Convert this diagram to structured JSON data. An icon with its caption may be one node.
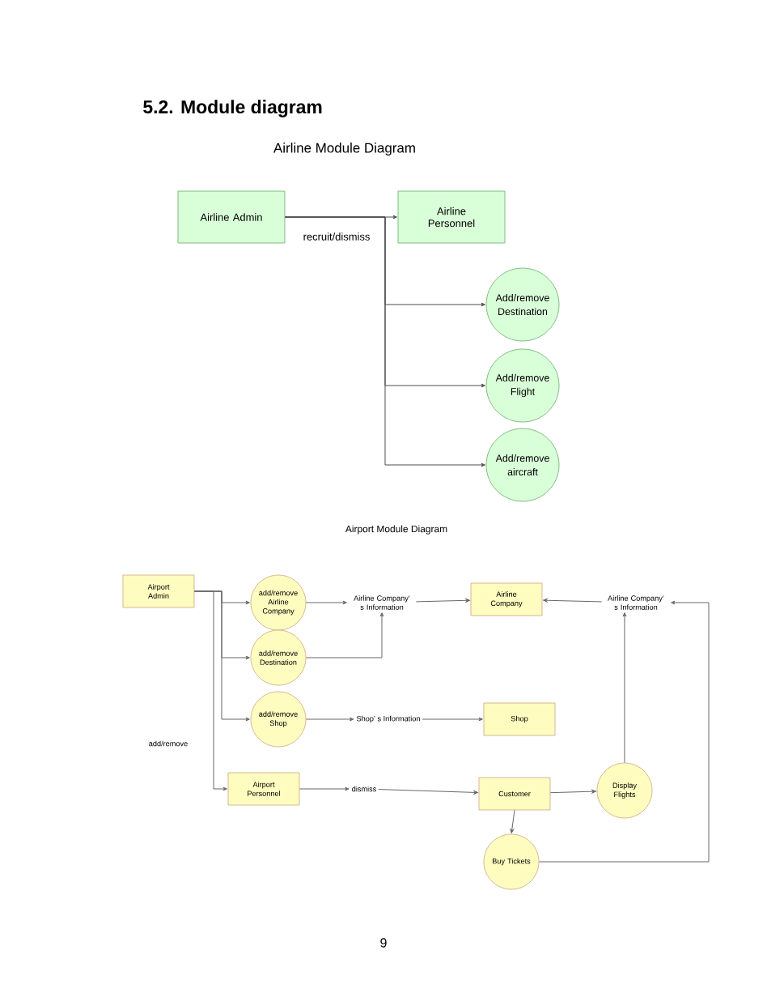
{
  "diagram": {
    "title": "5.2. Module diagram",
    "nodes": [
      {
        "text": [
          "Airline Admin"
        ]
      },
      {
        "text": [
          "Airline Personnel"
        ]
      },
      {
        "text": [
          "Add/remove Destination"
        ]
      },
      {
        "text": [
          "Add/remove Flight"
        ]
      },
      {
        "text": [
          "Add/remove aircraft"
        ]
      },
      {
        "text": [
          "Airport Admin"
        ]
      },
      {
        "text": [
          "add/remove Airline Company"
        ]
      },
      {
        "text": [
          "add/remove Destination"
        ]
      },
      {
        "text": [
          "add/remove Shop"
        ]
      },
      {
        "text": [
          "Airline Company’ s Information"
        ]
      },
      {
        "text": [
          "Airline Company"
        ]
      },
      {
        "text": [
          "Airline Company’ s Information"
        ]
      },
      {
        "text": [
          "Shop’ s Information"
        ]
      },
      {
        "text": [
          "Shop"
        ]
      },
      {
        "text": [
          "Airport Personnel"
        ]
      },
      {
        "text": [
          "dismiss"
        ]
      },
      {
        "text": [
          "Customer"
        ]
      },
      {
        "text": [
          "Display Flights"
        ]
      },
      {
        "text": [
          "Buy Tickets"
        ]
      }
    ],
    "edges": [
      {
        "from": 0,
        "to": 1,
        "arrow": "to",
        "label": "recruit/dismiss"
      },
      {
        "from": 0,
        "to": 2,
        "arrow": "to"
      },
      {
        "from": 0,
        "to": 3,
        "arrow": "to"
      },
      {
        "from": 0,
        "to": 4,
        "arrow": "to"
      },
      {
        "from": 5,
        "to": 6,
        "arrow": "to"
      },
      {
        "from": 5,
        "to": 7,
        "arrow": "to"
      },
      {
        "from": 5,
        "to": 8,
        "arrow": "to"
      },
      {
        "from": 5,
        "to": 14,
        "arrow": "to",
        "label": "add/remove"
      },
      {
        "from": 6,
        "to": 9,
        "arrow": "to"
      },
      {
        "from": 7,
        "to": 9,
        "arrow": "to"
      },
      {
        "from": 9,
        "to": 10,
        "arrow": "to"
      },
      {
        "from": 11,
        "to": 10,
        "arrow": "to"
      },
      {
        "from": 8,
        "to": 12,
        "arrow": "to"
      },
      {
        "from": 12,
        "to": 13,
        "arrow": "to"
      },
      {
        "from": 14,
        "to": 15,
        "arrow": "to"
      },
      {
        "from": 15,
        "to": 16,
        "arrow": "to"
      },
      {
        "from": 16,
        "to": 17,
        "arrow": "to"
      },
      {
        "from": 16,
        "to": 18,
        "arrow": "to"
      },
      {
        "from": 17,
        "to": 11,
        "arrow": "to"
      },
      {
        "from": 18,
        "to": 11,
        "arrow": "to"
      }
    ],
    "labels": [
      "Airline Module Diagram",
      "Airport Module Diagram",
      "9"
    ]
  }
}
